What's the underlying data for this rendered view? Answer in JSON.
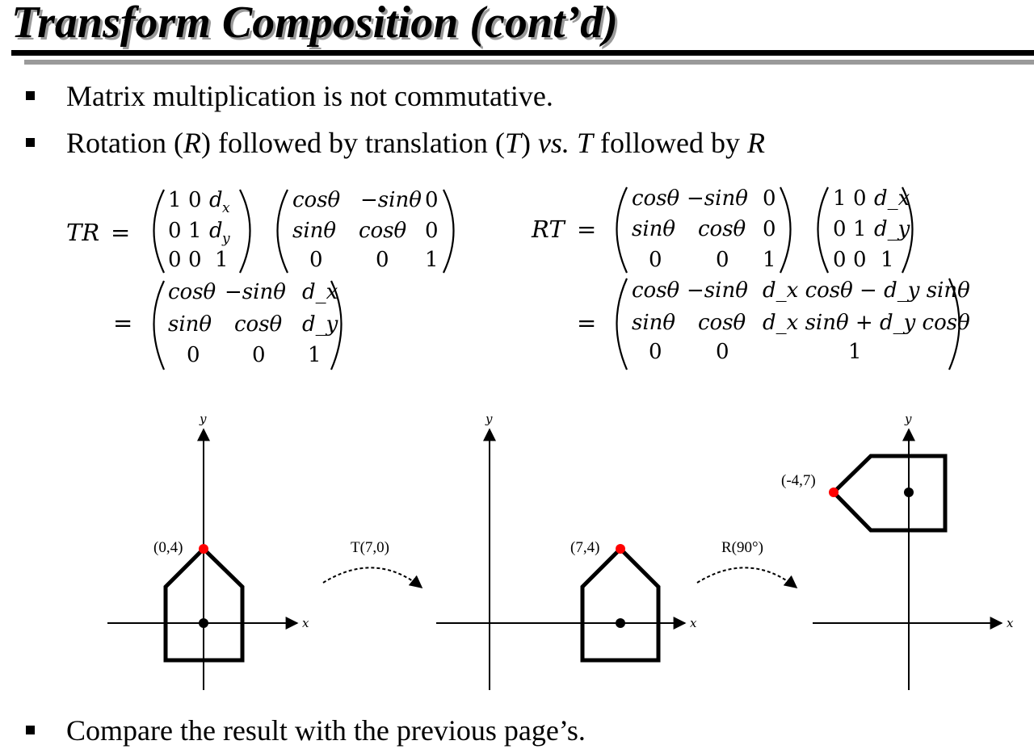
{
  "title": "Transform Composition (cont’d)",
  "bullets": {
    "b1": "Matrix multiplication is not commutative.",
    "b2": {
      "p1": "Rotation (",
      "p2": "R",
      "p3": ") followed by translation (",
      "p4": "T",
      "p5": ") ",
      "p6": "vs.",
      "p7": " ",
      "p8": "T",
      "p9": " followed by ",
      "p10": "R"
    },
    "b3": "Compare the result with the previous page’s."
  },
  "equations": {
    "left": {
      "lhs": "TR",
      "eq": "=",
      "T": [
        [
          "1",
          "0",
          "d",
          "x"
        ],
        [
          "0",
          "1",
          "d",
          "y"
        ],
        [
          "0",
          "0",
          "1",
          ""
        ]
      ],
      "R": [
        [
          "cosθ",
          "−sinθ",
          "0"
        ],
        [
          "sinθ",
          "cosθ",
          "0"
        ],
        [
          "0",
          "0",
          "1"
        ]
      ],
      "result": [
        [
          "cosθ",
          "−sinθ",
          "d_x"
        ],
        [
          "sinθ",
          "cosθ",
          "d_y"
        ],
        [
          "0",
          "0",
          "1"
        ]
      ]
    },
    "right": {
      "lhs": "RT",
      "eq": "=",
      "R": [
        [
          "cosθ",
          "−sinθ",
          "0"
        ],
        [
          "sinθ",
          "cosθ",
          "0"
        ],
        [
          "0",
          "0",
          "1"
        ]
      ],
      "T": [
        [
          "1",
          "0",
          "d_x"
        ],
        [
          "0",
          "1",
          "d_y"
        ],
        [
          "0",
          "0",
          "1"
        ]
      ],
      "result": [
        [
          "cosθ",
          "−sinθ",
          "d_x cosθ − d_y sinθ"
        ],
        [
          "sinθ",
          "cosθ",
          "d_x sinθ + d_y cosθ"
        ],
        [
          "0",
          "0",
          "1"
        ]
      ]
    }
  },
  "figures": {
    "axis_x": "x",
    "axis_y": "y",
    "fig1_point": "(0,4)",
    "fig2_point": "(7,4)",
    "fig3_point": "(-4,7)",
    "arrow1_label": "T(7,0)",
    "arrow2_label": "R(90°)"
  },
  "colors": {
    "highlight": "#ff0000",
    "text": "#000000",
    "shadow": "#9a9a9a"
  }
}
